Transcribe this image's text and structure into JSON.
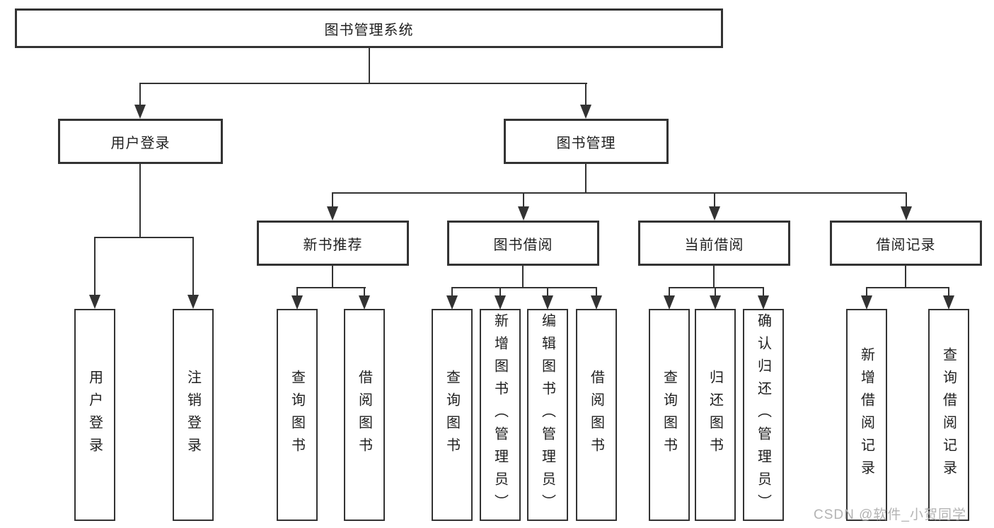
{
  "diagram": {
    "root": {
      "label": "图书管理系统"
    },
    "level1": {
      "user_login": {
        "label": "用户登录"
      },
      "book_mgmt": {
        "label": "图书管理"
      }
    },
    "user_login_children": {
      "login": {
        "label": "用户登录"
      },
      "logout": {
        "label": "注销登录"
      }
    },
    "level2": {
      "new_books": {
        "label": "新书推荐"
      },
      "borrowing": {
        "label": "图书借阅"
      },
      "current": {
        "label": "当前借阅"
      },
      "records": {
        "label": "借阅记录"
      }
    },
    "new_books_children": {
      "query": {
        "label": "查询图书"
      },
      "borrow": {
        "label": "借阅图书"
      }
    },
    "borrowing_children": {
      "query": {
        "label": "查询图书"
      },
      "add": {
        "label": "新增图书（管理员）"
      },
      "edit": {
        "label": "编辑图书（管理员）"
      },
      "borrow": {
        "label": "借阅图书"
      }
    },
    "current_children": {
      "query": {
        "label": "查询图书"
      },
      "return": {
        "label": "归还图书"
      },
      "confirm": {
        "label": "确认归还（管理员）"
      }
    },
    "records_children": {
      "add": {
        "label": "新增借阅记录"
      },
      "query": {
        "label": "查询借阅记录"
      }
    },
    "watermark": "CSDN @软件_小贺同学",
    "colors": {
      "line": "#333333",
      "box_background": "#ffffff",
      "text": "#1f1f1f",
      "watermark": "#b3b3b3"
    }
  }
}
